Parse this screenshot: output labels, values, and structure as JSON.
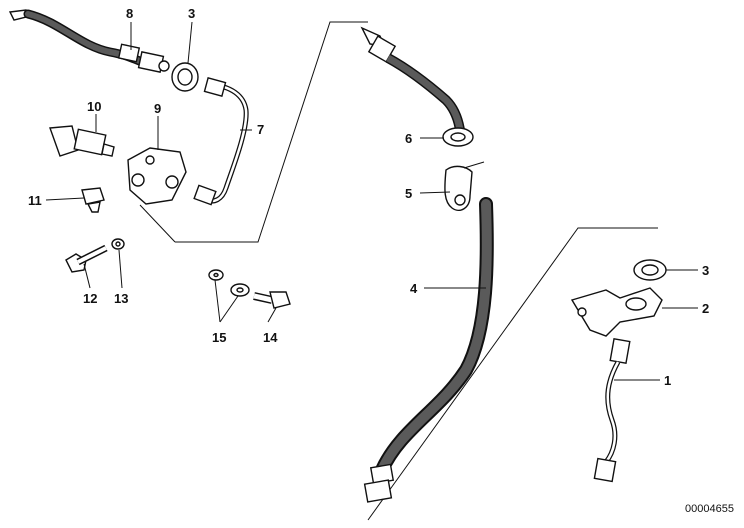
{
  "diagram": {
    "document_id": "00004655",
    "callouts": [
      "1",
      "2",
      "3",
      "3",
      "4",
      "5",
      "6",
      "7",
      "8",
      "9",
      "10",
      "11",
      "12",
      "13",
      "14",
      "15"
    ],
    "colors": {
      "line": "#111111",
      "background": "#ffffff",
      "hose_fill": "#5a5a5a"
    },
    "parts": [
      {
        "number": "1",
        "icon": "brake-pipe-lower-icon"
      },
      {
        "number": "2",
        "icon": "mounting-bracket-icon"
      },
      {
        "number": "3",
        "icon": "grommet-icon"
      },
      {
        "number": "4",
        "icon": "brake-hose-icon"
      },
      {
        "number": "5",
        "icon": "hose-clip-icon"
      },
      {
        "number": "6",
        "icon": "grommet-icon"
      },
      {
        "number": "7",
        "icon": "brake-pipe-icon"
      },
      {
        "number": "8",
        "icon": "brake-line-icon"
      },
      {
        "number": "9",
        "icon": "distributor-block-icon"
      },
      {
        "number": "10",
        "icon": "brake-light-switch-icon"
      },
      {
        "number": "11",
        "icon": "plug-screw-icon"
      },
      {
        "number": "12",
        "icon": "hex-bolt-icon"
      },
      {
        "number": "13",
        "icon": "washer-icon"
      },
      {
        "number": "14",
        "icon": "hex-bolt-icon"
      },
      {
        "number": "15",
        "icon": "washer-icon"
      }
    ]
  }
}
